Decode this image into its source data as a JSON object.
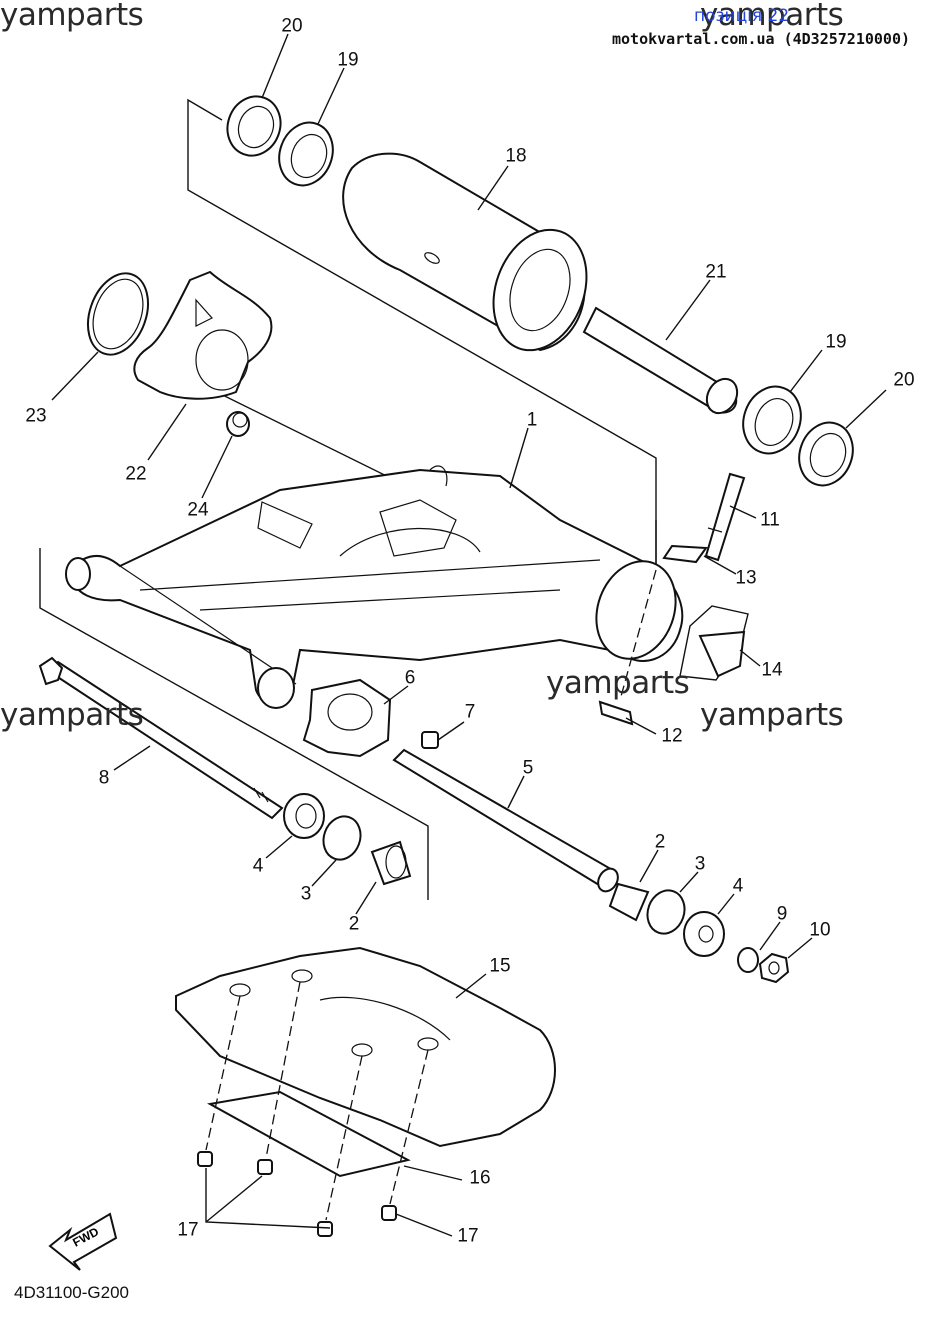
{
  "watermarks": {
    "text": "yamparts",
    "top_left": "yamparts",
    "top_right": "yamparts",
    "mid_left": "yamparts",
    "mid_center": "yamparts",
    "mid_right": "yamparts"
  },
  "header": {
    "position_label": "позиція 22",
    "site_reference": "motokvartal.com.ua (4D3257210000)"
  },
  "callouts": {
    "p1": "1",
    "p2a": "2",
    "p2b": "2",
    "p3a": "3",
    "p3b": "3",
    "p4a": "4",
    "p4b": "4",
    "p5": "5",
    "p6": "6",
    "p7": "7",
    "p8": "8",
    "p9": "9",
    "p10": "10",
    "p11": "11",
    "p12": "12",
    "p13": "13",
    "p14": "14",
    "p15": "15",
    "p16": "16",
    "p17a": "17",
    "p17b": "17",
    "p18": "18",
    "p19a": "19",
    "p19b": "19",
    "p20a": "20",
    "p20b": "20",
    "p21": "21",
    "p22": "22",
    "p23": "23",
    "p24": "24"
  },
  "fwd_label": "FWD",
  "diagram_code": "4D31100-G200"
}
